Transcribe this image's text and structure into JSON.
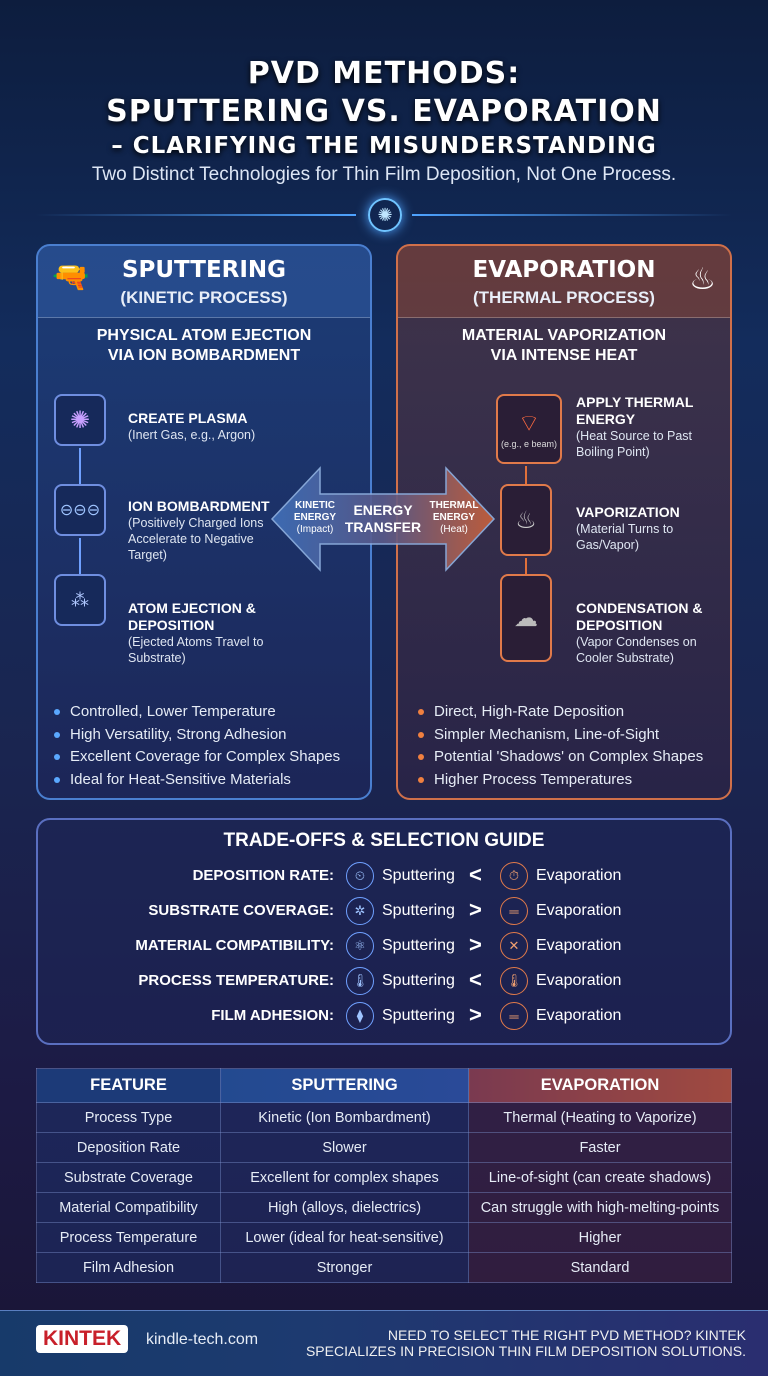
{
  "title": {
    "line1": "PVD METHODS:",
    "line2": "SPUTTERING VS. EVAPORATION",
    "line3": "– CLARIFYING THE MISUNDERSTANDING",
    "subtitle": "Two Distinct Technologies for Thin Film Deposition, Not One Process."
  },
  "sputtering": {
    "name": "SPUTTERING",
    "process": "(KINETIC PROCESS)",
    "subtitle1": "PHYSICAL ATOM EJECTION",
    "subtitle2": "VIA ION BOMBARDMENT",
    "icon": "spray-gun-icon",
    "steps": [
      {
        "title": "CREATE PLASMA",
        "desc": "(Inert Gas, e.g., Argon)",
        "icon": "plasma-icon"
      },
      {
        "title": "ION BOMBARDMENT",
        "desc": "(Positively Charged Ions Accelerate to Negative Target)",
        "icon": "ion-bombardment-icon"
      },
      {
        "title": "ATOM EJECTION & DEPOSITION",
        "desc": "(Ejected Atoms Travel to Substrate)",
        "icon": "atom-ejection-icon"
      }
    ],
    "bullets": [
      "Controlled, Lower Temperature",
      "High Versatility, Strong Adhesion",
      "Excellent Coverage for Complex Shapes",
      "Ideal for Heat-Sensitive Materials"
    ],
    "color": "#4a7fd0"
  },
  "evaporation": {
    "name": "EVAPORATION",
    "process": "(THERMAL PROCESS)",
    "subtitle1": "MATERIAL VAPORIZATION",
    "subtitle2": "VIA INTENSE HEAT",
    "icon": "boiling-pot-icon",
    "steps": [
      {
        "title": "APPLY THERMAL ENERGY",
        "desc": "(Heat Source to Past Boiling Point)",
        "icon_label": "(e.g., e beam)",
        "icon": "heat-source-icon"
      },
      {
        "title": "VAPORIZATION",
        "desc": "(Material Turns to Gas/Vapor)",
        "icon": "vapor-icon"
      },
      {
        "title": "CONDENSATION & DEPOSITION",
        "desc": "(Vapor Condenses on Cooler Substrate)",
        "icon": "condensation-icon"
      }
    ],
    "bullets": [
      "Direct, High-Rate Deposition",
      "Simpler Mechanism, Line-of-Sight",
      "Potential 'Shadows' on Complex Shapes",
      "Higher Process Temperatures"
    ],
    "color": "#d0704a"
  },
  "energy": {
    "left1": "KINETIC",
    "left2": "ENERGY",
    "left3": "(Impact)",
    "center1": "ENERGY",
    "center2": "TRANSFER",
    "right1": "THERMAL",
    "right2": "ENERGY",
    "right3": "(Heat)"
  },
  "tradeoffs": {
    "title": "TRADE-OFFS & SELECTION GUIDE",
    "rows": [
      {
        "label": "DEPOSITION RATE:",
        "left": "Sputtering",
        "cmp": "<",
        "right": "Evaporation"
      },
      {
        "label": "SUBSTRATE COVERAGE:",
        "left": "Sputtering",
        "cmp": ">",
        "right": "Evaporation"
      },
      {
        "label": "MATERIAL COMPATIBILITY:",
        "left": "Sputtering",
        "cmp": ">",
        "right": "Evaporation"
      },
      {
        "label": "PROCESS TEMPERATURE:",
        "left": "Sputtering",
        "cmp": "<",
        "right": "Evaporation"
      },
      {
        "label": "FILM ADHESION:",
        "left": "Sputtering",
        "cmp": ">",
        "right": "Evaporation"
      }
    ]
  },
  "table": {
    "headers": [
      "FEATURE",
      "SPUTTERING",
      "EVAPORATION"
    ],
    "rows": [
      [
        "Process Type",
        "Kinetic (Ion Bombardment)",
        "Thermal (Heating to Vaporize)"
      ],
      [
        "Deposition Rate",
        "Slower",
        "Faster"
      ],
      [
        "Substrate Coverage",
        "Excellent for complex shapes",
        "Line-of-sight (can create shadows)"
      ],
      [
        "Material Compatibility",
        "High (alloys, dielectrics)",
        "Can struggle with high-melting-points"
      ],
      [
        "Process Temperature",
        "Lower (ideal for heat-sensitive)",
        "Higher"
      ],
      [
        "Film Adhesion",
        "Stronger",
        "Standard"
      ]
    ]
  },
  "footer": {
    "logo": "KINTEK",
    "site": "kindle-tech.com",
    "line1": "NEED TO SELECT THE RIGHT PVD METHOD? KINTEK",
    "line2": "SPECIALIZES IN PRECISION THIN FILM DEPOSITION SOLUTIONS."
  }
}
